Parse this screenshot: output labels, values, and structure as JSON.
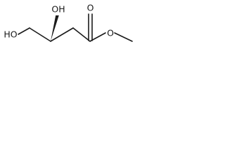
{
  "structure": {
    "atoms": {
      "hydroxyl_left": "HO",
      "hydroxyl_top": "OH",
      "carbonyl_oxygen": "O",
      "ester_oxygen": "O"
    },
    "stereo_bond": "solid-wedge",
    "colors": {
      "ink": "#1a1a1a",
      "background": "#ffffff"
    }
  }
}
